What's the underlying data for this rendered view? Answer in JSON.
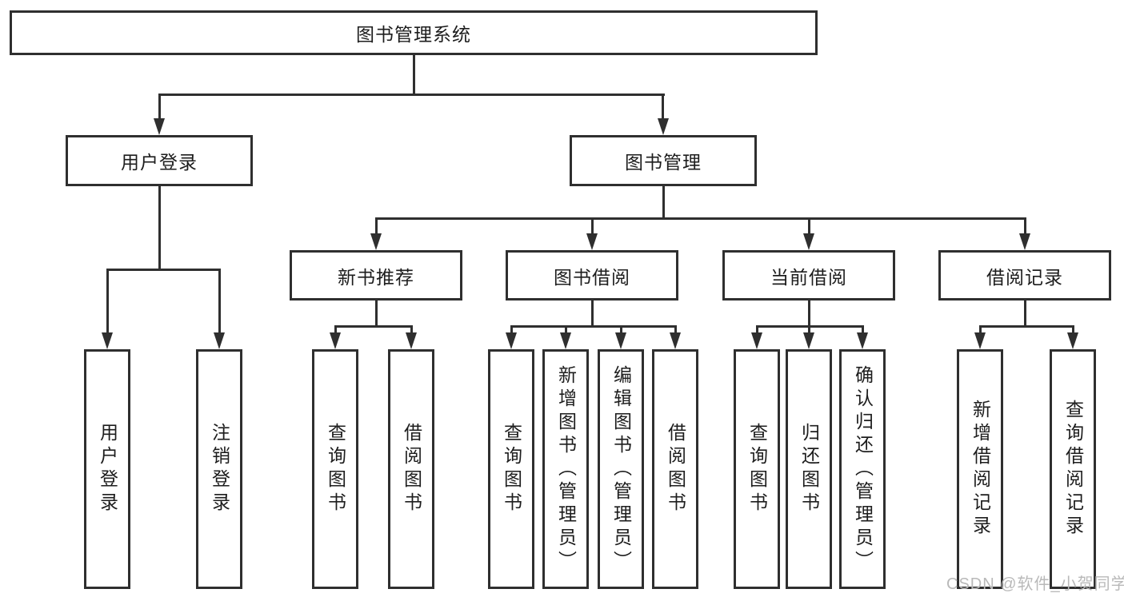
{
  "colors": {
    "background": "#ffffff",
    "box_fill": "#ffffff",
    "box_border": "#2f2f2f",
    "line": "#2f2f2f",
    "text": "#1d1d1d",
    "watermark": "#b9b9b9"
  },
  "watermark": {
    "text": "CSDN @软件_小贺同学"
  },
  "tree": {
    "label": "图书管理系统",
    "children": [
      {
        "label": "用户登录",
        "children": [
          {
            "label": "用户登录"
          },
          {
            "label": "注销登录"
          }
        ]
      },
      {
        "label": "图书管理",
        "children": [
          {
            "label": "新书推荐",
            "children": [
              {
                "label": "查询图书"
              },
              {
                "label": "借阅图书"
              }
            ]
          },
          {
            "label": "图书借阅",
            "children": [
              {
                "label": "查询图书"
              },
              {
                "label": "新增图书（管理员）"
              },
              {
                "label": "编辑图书（管理员）"
              },
              {
                "label": "借阅图书"
              }
            ]
          },
          {
            "label": "当前借阅",
            "children": [
              {
                "label": "查询图书"
              },
              {
                "label": "归还图书"
              },
              {
                "label": "确认归还（管理员）"
              }
            ]
          },
          {
            "label": "借阅记录",
            "children": [
              {
                "label": "新增借阅记录"
              },
              {
                "label": "查询借阅记录"
              }
            ]
          }
        ]
      }
    ]
  }
}
